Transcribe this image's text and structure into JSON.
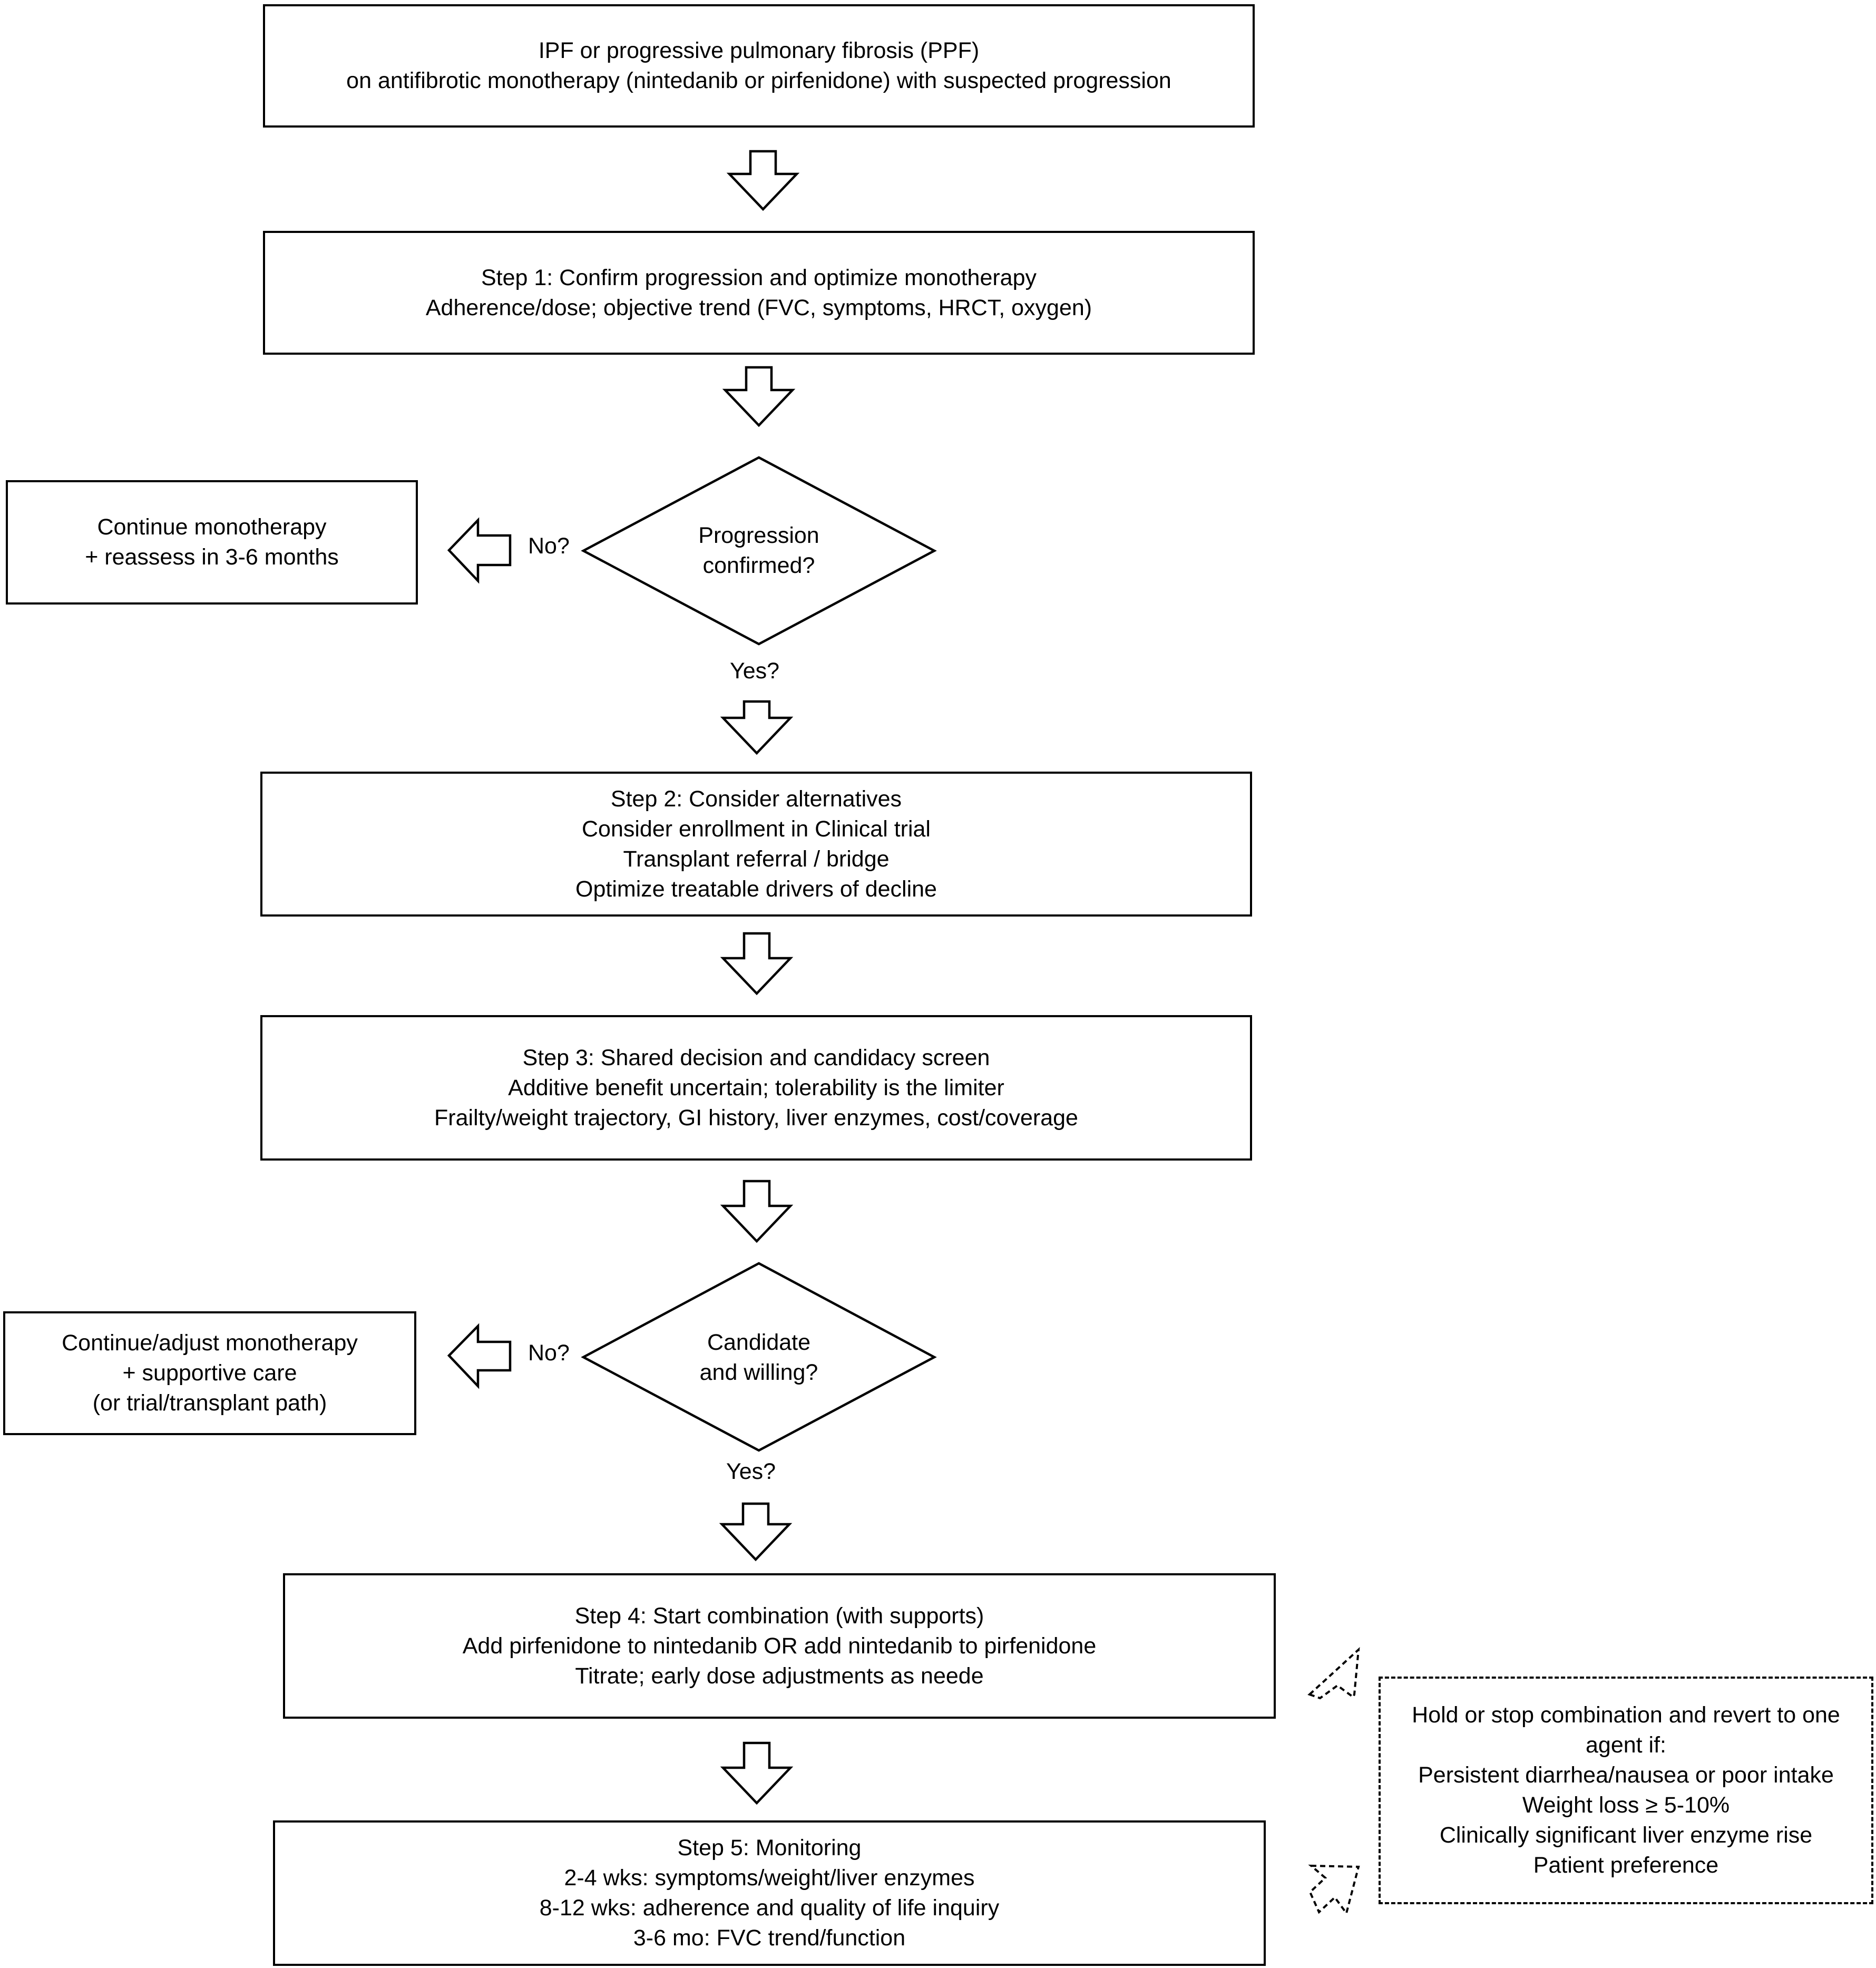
{
  "start": {
    "lines": [
      "IPF or progressive pulmonary fibrosis (PPF)",
      "on antifibrotic monotherapy (nintedanib or pirfenidone) with suspected progression"
    ]
  },
  "step1": {
    "lines": [
      "Step 1: Confirm progression and optimize monotherapy",
      "Adherence/dose; objective trend (FVC, symptoms, HRCT, oxygen)"
    ]
  },
  "decision1": {
    "lines": [
      "Progression",
      "confirmed?"
    ],
    "no_label": "No?",
    "yes_label": "Yes?"
  },
  "no1": {
    "lines": [
      "Continue monotherapy",
      "+ reassess in 3-6 months"
    ]
  },
  "step2": {
    "lines": [
      "Step 2: Consider alternatives",
      "Consider enrollment in Clinical trial",
      "Transplant referral / bridge",
      "Optimize treatable drivers of decline"
    ]
  },
  "step3": {
    "lines": [
      "Step 3: Shared decision and candidacy screen",
      "Additive benefit uncertain; tolerability is the limiter",
      "Frailty/weight trajectory, GI history, liver enzymes, cost/coverage"
    ]
  },
  "decision2": {
    "lines": [
      "Candidate",
      "and willing?"
    ],
    "no_label": "No?",
    "yes_label": "Yes?"
  },
  "no2": {
    "lines": [
      "Continue/adjust monotherapy",
      "+ supportive care",
      "(or trial/transplant path)"
    ]
  },
  "step4": {
    "lines": [
      "Step 4: Start combination (with supports)",
      "Add pirfenidone to nintedanib OR add nintedanib to pirfenidone",
      "Titrate; early dose adjustments as neede"
    ]
  },
  "step5": {
    "lines": [
      "Step 5: Monitoring",
      "2-4 wks: symptoms/weight/liver enzymes",
      "8-12 wks: adherence and quality of life inquiry",
      "3-6 mo: FVC trend/function"
    ]
  },
  "hold": {
    "lines": [
      "Hold or stop combination and revert to one",
      "agent if:",
      "Persistent diarrhea/nausea or poor intake",
      "Weight loss ≥ 5-10%",
      "Clinically significant liver enzyme rise",
      "Patient preference"
    ]
  }
}
